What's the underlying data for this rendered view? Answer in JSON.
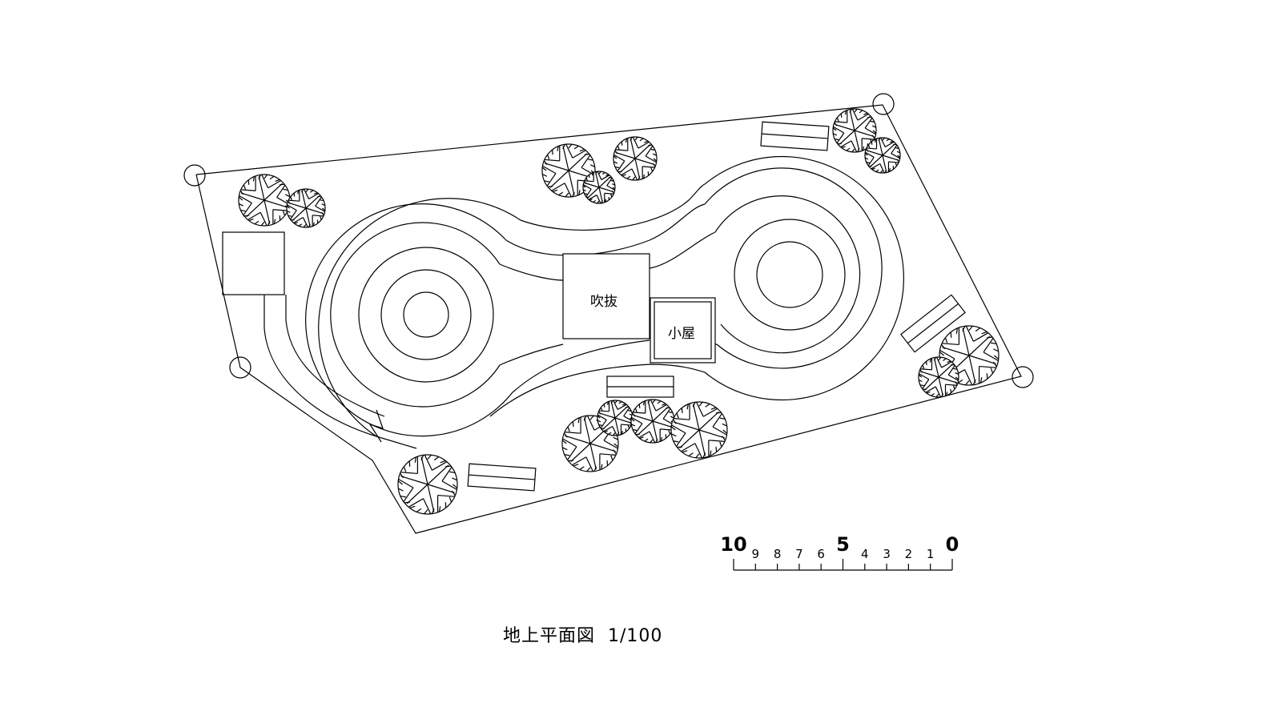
{
  "drawing": {
    "title": "地上平面図",
    "scale_text": "1/100",
    "rooms": [
      {
        "label": "吹抜"
      },
      {
        "label": "小屋"
      }
    ]
  },
  "scale_bar": {
    "labels": [
      "10",
      "9",
      "8",
      "7",
      "6",
      "5",
      "4",
      "3",
      "2",
      "1",
      "0"
    ],
    "unit_ticks": 10
  }
}
